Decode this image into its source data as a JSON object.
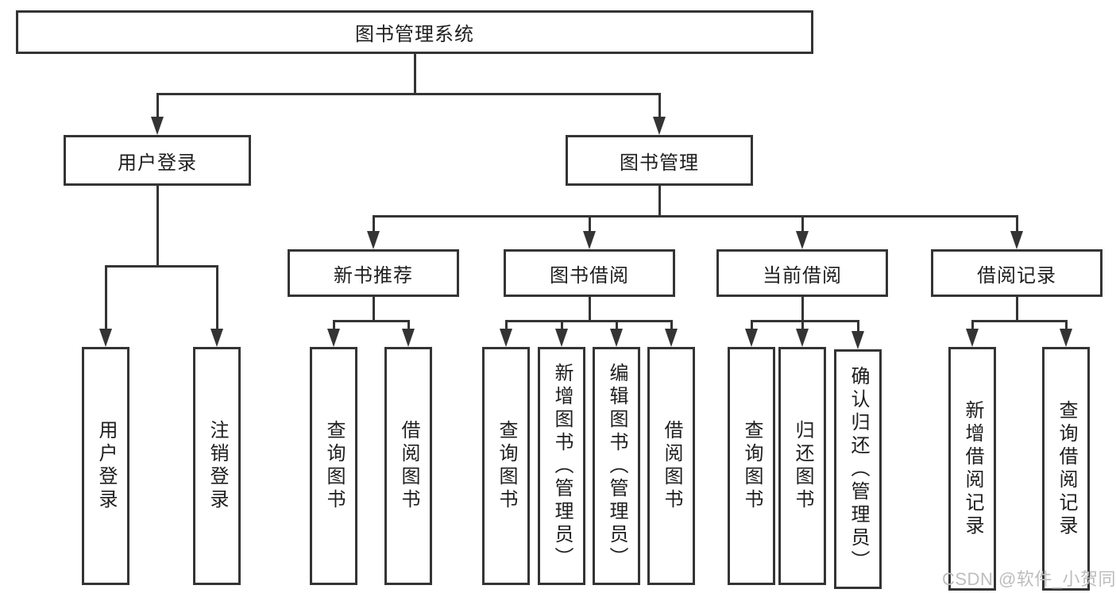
{
  "diagram": {
    "root": {
      "label": "图书管理系统"
    },
    "level2": [
      {
        "label": "用户登录"
      },
      {
        "label": "图书管理"
      }
    ],
    "level3": [
      {
        "label": "新书推荐"
      },
      {
        "label": "图书借阅"
      },
      {
        "label": "当前借阅"
      },
      {
        "label": "借阅记录"
      }
    ],
    "leaves": [
      {
        "label": "用户登录"
      },
      {
        "label": "注销登录"
      },
      {
        "label": "查询图书"
      },
      {
        "label": "借阅图书"
      },
      {
        "label": "查询图书"
      },
      {
        "label": "新增图书（管理员）"
      },
      {
        "label": "编辑图书（管理员）"
      },
      {
        "label": "借阅图书"
      },
      {
        "label": "查询图书"
      },
      {
        "label": "归还图书"
      },
      {
        "label": "确认归还（管理员）"
      },
      {
        "label": "新增借阅记录"
      },
      {
        "label": "查询借阅记录"
      }
    ],
    "colors": {
      "line": "#343434",
      "text": "#1e1e1e",
      "background": "#ffffff",
      "watermark": "#bdbdbd"
    }
  },
  "watermark": {
    "text": "CSDN @软件_小贺同学"
  }
}
